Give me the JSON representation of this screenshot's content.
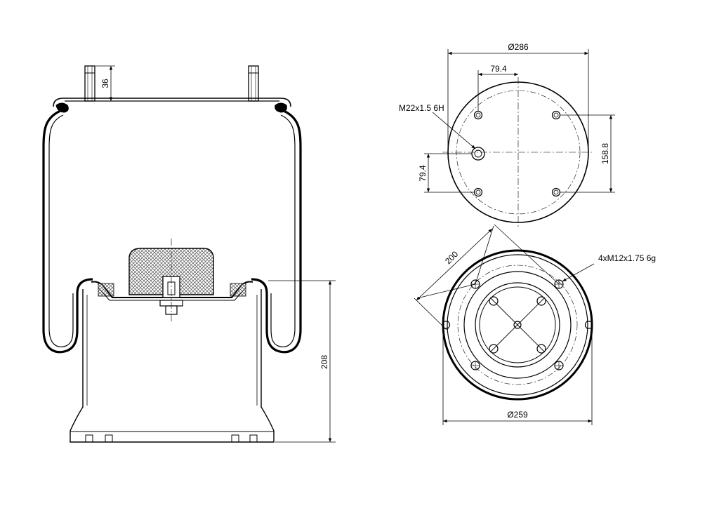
{
  "colors": {
    "line": "#000000",
    "hatch": "#555555",
    "fill_grey": "#cfcfcf",
    "background": "#ffffff"
  },
  "side_view": {
    "dims": {
      "stud_height": "36",
      "total_height": "208"
    }
  },
  "top_view": {
    "dims": {
      "diameter": "Ø286",
      "offset_x": "79.4",
      "offset_y": "79.4",
      "spacing_y": "158.8"
    },
    "thread_callout": "M22x1.5 6H"
  },
  "bottom_view": {
    "dims": {
      "diameter": "Ø259",
      "bolt_circle": "200"
    },
    "thread_callout": "4xM12x1.75 6g"
  }
}
